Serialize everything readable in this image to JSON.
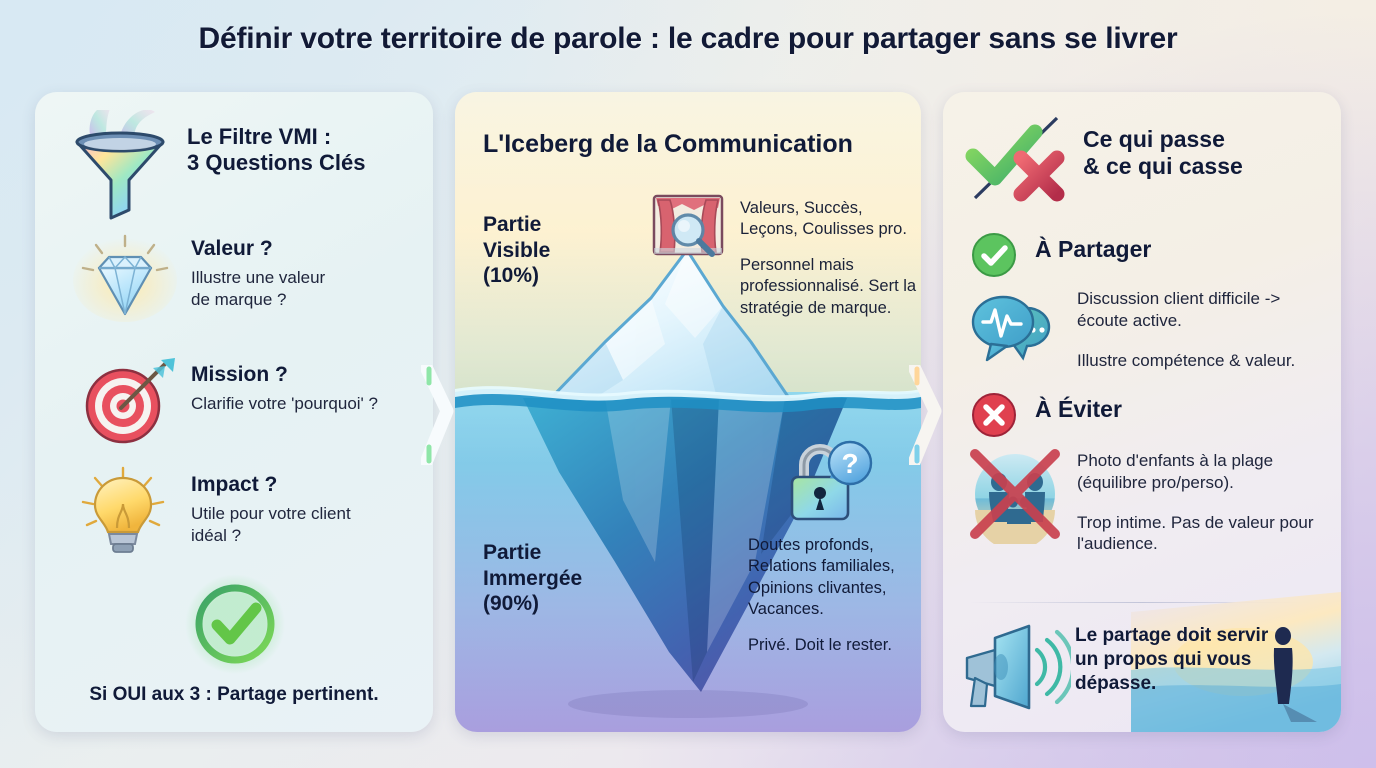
{
  "title": "Définir votre territoire de parole : le cadre pour partager sans se livrer",
  "colors": {
    "ink": "#101a38",
    "green": "#4caf50",
    "red": "#e03a49",
    "water": "#2fa8d8",
    "ice": "#cfeaf8"
  },
  "panel_left": {
    "header": {
      "line1": "Le Filtre VMI :",
      "line2": "3 Questions Clés",
      "icon": "funnel-icon"
    },
    "items": [
      {
        "icon": "diamond-icon",
        "title": "Valeur ?",
        "body_line1": "Illustre une valeur",
        "body_line2": "de marque ?"
      },
      {
        "icon": "target-icon",
        "title": "Mission ?",
        "body_line1": "Clarifie votre 'pourquoi' ?",
        "body_line2": ""
      },
      {
        "icon": "lightbulb-icon",
        "title": "Impact ?",
        "body_line1": "Utile pour votre client",
        "body_line2": "idéal ?"
      }
    ],
    "footer_icon": "green-check-circle-icon",
    "footer": "Si OUI aux 3 : Partage pertinent."
  },
  "panel_mid": {
    "title": "L'Iceberg de la Communication",
    "visible": {
      "label_line1": "Partie",
      "label_line2": "Visible",
      "label_line3": "(10%)",
      "icon": "stage-magnifier-icon",
      "text1": "Valeurs, Succès, Leçons, Coulisses pro.",
      "text2": "Personnel mais professionnalisé. Sert la stratégie de marque."
    },
    "submerged": {
      "label_line1": "Partie",
      "label_line2": "Immergée",
      "label_line3": "(90%)",
      "icon": "lock-question-icon",
      "text1": "Doutes profonds, Relations familiales, Opinions clivantes, Vacances.",
      "text2": "Privé. Doit le rester."
    }
  },
  "panel_right": {
    "header": {
      "line1": "Ce qui passe",
      "line2": "& ce qui casse",
      "icon": "check-cross-icon"
    },
    "share": {
      "icon": "green-check-circle-icon",
      "title": "À Partager",
      "detail_icon": "speech-bubbles-pulse-icon",
      "body1": "Discussion client difficile -> écoute active.",
      "body2": "Illustre compétence & valeur."
    },
    "avoid": {
      "icon": "red-cross-circle-icon",
      "title": "À Éviter",
      "detail_icon": "crossed-beach-photo-icon",
      "body1": "Photo d'enfants à la plage (équilibre pro/perso).",
      "body2": "Trop intime. Pas de valeur pour l'audience."
    },
    "final": {
      "icon": "megaphone-icon",
      "line1": "Le partage doit servir",
      "line2": "un propos qui vous",
      "line3": "dépasse."
    }
  }
}
